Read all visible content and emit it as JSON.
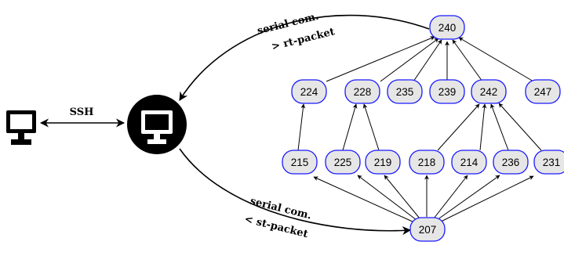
{
  "diagram": {
    "ssh_label": "SSH",
    "serial_top_line1": "serial com.",
    "serial_top_line2": "> rt-packet",
    "serial_bottom_line1": "serial com.",
    "serial_bottom_line2": "< st-packet",
    "nodes": [
      "240",
      "224",
      "228",
      "235",
      "239",
      "242",
      "247",
      "215",
      "225",
      "219",
      "218",
      "214",
      "236",
      "231",
      "207"
    ]
  }
}
